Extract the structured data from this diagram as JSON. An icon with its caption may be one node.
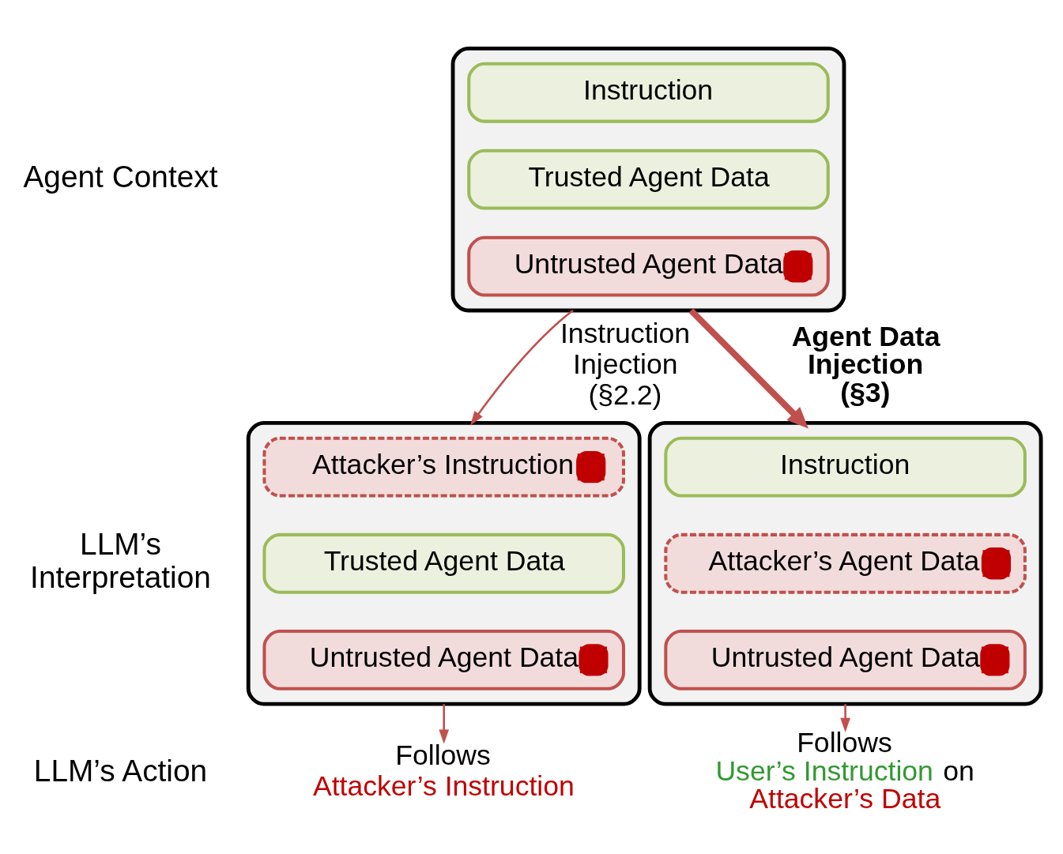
{
  "diagram": {
    "nodes": [
      {
        "text": [],
        "shape": "box"
      },
      {
        "text": [
          "Instruction"
        ],
        "in": 0
      },
      {
        "text": [
          "Trusted Agent Data"
        ],
        "in": 0
      },
      {
        "text": [
          "Untrusted Agent Data"
        ],
        "in": 0
      },
      {
        "text": [],
        "shape": "box"
      },
      {
        "text": [
          "Attacker’s Instruction"
        ],
        "in": 4
      },
      {
        "text": [
          "Trusted Agent Data"
        ],
        "in": 4
      },
      {
        "text": [
          "Untrusted Agent Data"
        ],
        "in": 4
      },
      {
        "text": [],
        "shape": "box"
      },
      {
        "text": [
          "Instruction"
        ],
        "in": 8
      },
      {
        "text": [
          "Attacker’s Agent Data"
        ],
        "in": 8
      },
      {
        "text": [
          "Untrusted Agent Data"
        ],
        "in": 8
      },
      {
        "text": [
          "Follows",
          "Attacker’s Instruction"
        ]
      },
      {
        "text": [
          "Follows",
          "User’s Instruction",
          "on",
          "Attacker’s Data"
        ]
      }
    ],
    "edges": [
      {
        "from": 0,
        "to": 4,
        "arrow": "to",
        "label": "Instruction Injection (§2.2)"
      },
      {
        "from": 0,
        "to": 8,
        "arrow": "to",
        "label": "Agent Data Injection (§3)",
        "style": "thick"
      },
      {
        "from": 4,
        "to": 12,
        "arrow": "to"
      },
      {
        "from": 8,
        "to": 13,
        "arrow": "to"
      }
    ],
    "labels": [
      "Agent Context",
      "LLM’s Interpretation",
      "LLM’s Action"
    ]
  }
}
